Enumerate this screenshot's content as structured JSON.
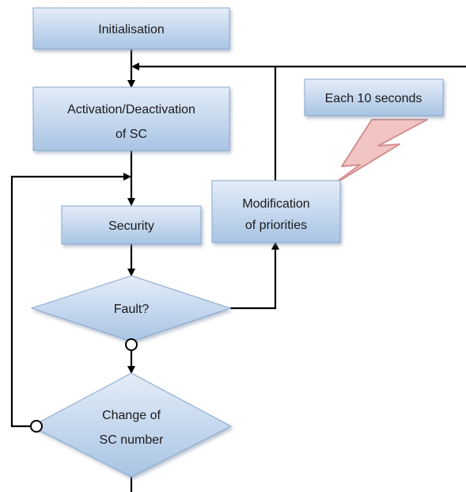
{
  "nodes": {
    "initialisation": {
      "label": "Initialisation"
    },
    "activation": {
      "line1": "Activation/Deactivation",
      "line2": "of SC"
    },
    "security": {
      "label": "Security"
    },
    "modification": {
      "line1": "Modification",
      "line2": "of priorities"
    },
    "timer": {
      "label": "Each 10 seconds"
    },
    "fault": {
      "label": "Fault?"
    },
    "change": {
      "line1": "Change of",
      "line2": "SC number"
    }
  },
  "colors": {
    "box_fill_top": "#dde8f5",
    "box_fill_bottom": "#9fbde0",
    "box_stroke": "#8aa8cc",
    "line": "#000000",
    "lightning_fill": "#f2c4c4",
    "lightning_stroke": "#d48f8f"
  }
}
